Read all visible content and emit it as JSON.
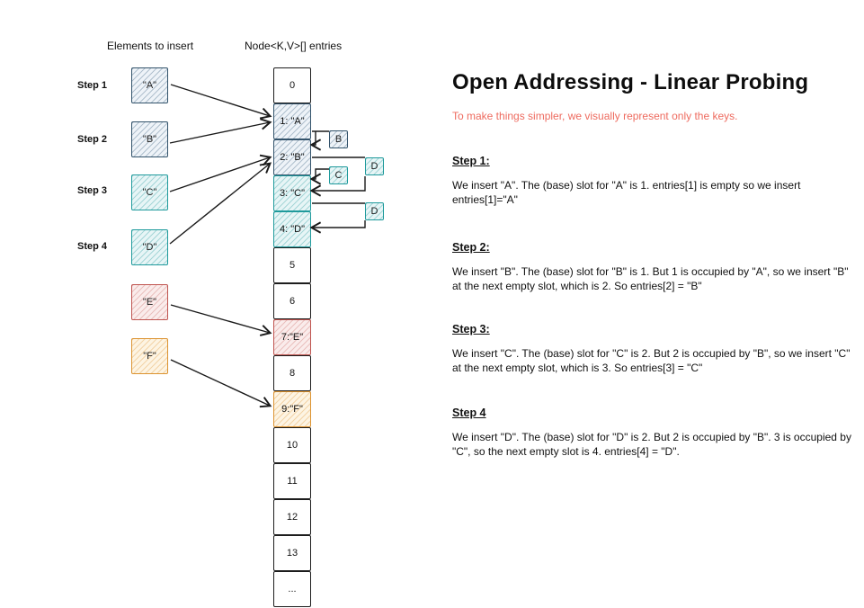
{
  "diagram": {
    "left_header": "Elements to insert",
    "right_header": "Node<K,V>[] entries",
    "elements": [
      {
        "step": "Step 1",
        "key": "\"A\""
      },
      {
        "step": "Step 2",
        "key": "\"B\""
      },
      {
        "step": "Step 3",
        "key": "\"C\""
      },
      {
        "step": "Step 4",
        "key": "\"D\""
      },
      {
        "step": "",
        "key": "\"E\""
      },
      {
        "step": "",
        "key": "\"F\""
      }
    ],
    "array_slots": [
      "0",
      "1: \"A\"",
      "2: \"B\"",
      "3: \"C\"",
      "4: \"D\"",
      "5",
      "6",
      "7:\"E\"",
      "8",
      "9:\"F\"",
      "10",
      "11",
      "12",
      "13",
      "..."
    ],
    "probe_boxes": [
      "B",
      "C",
      "D",
      "D"
    ]
  },
  "panel": {
    "title": "Open Addressing - Linear Probing",
    "note": "To make things simpler, we visually represent only the keys.",
    "steps": [
      {
        "heading": "Step 1:",
        "body": "We insert \"A\". The (base) slot for \"A\" is 1. entries[1] is empty so we insert\nentries[1]=\"A\""
      },
      {
        "heading": "Step 2:",
        "body": "We insert \"B\". The (base) slot for \"B\" is 1. But 1 is occupied by \"A\", so we insert \"B\"\nat the next empty slot, which is 2. So entries[2] = \"B\""
      },
      {
        "heading": "Step 3:",
        "body": "We insert \"C\". The (base) slot for \"C\" is 2. But 2 is occupied by \"B\", so we insert \"C\"\nat the next empty slot, which is 3. So entries[3] = \"C\""
      },
      {
        "heading": "Step 4",
        "body": "We insert \"D\". The (base) slot for \"D\" is 2. But 2 is occupied by \"B\". 3 is occupied by\n\"C\", so the next empty slot is 4. entries[4] = \"D\"."
      }
    ]
  },
  "colors": {
    "blue_border": "#33536b",
    "teal_border": "#1f9a9c",
    "red_border": "#bf544f",
    "orange_border": "#dc9331",
    "line_black": "#1a1a1a",
    "note_red": "#ee6b5f"
  }
}
